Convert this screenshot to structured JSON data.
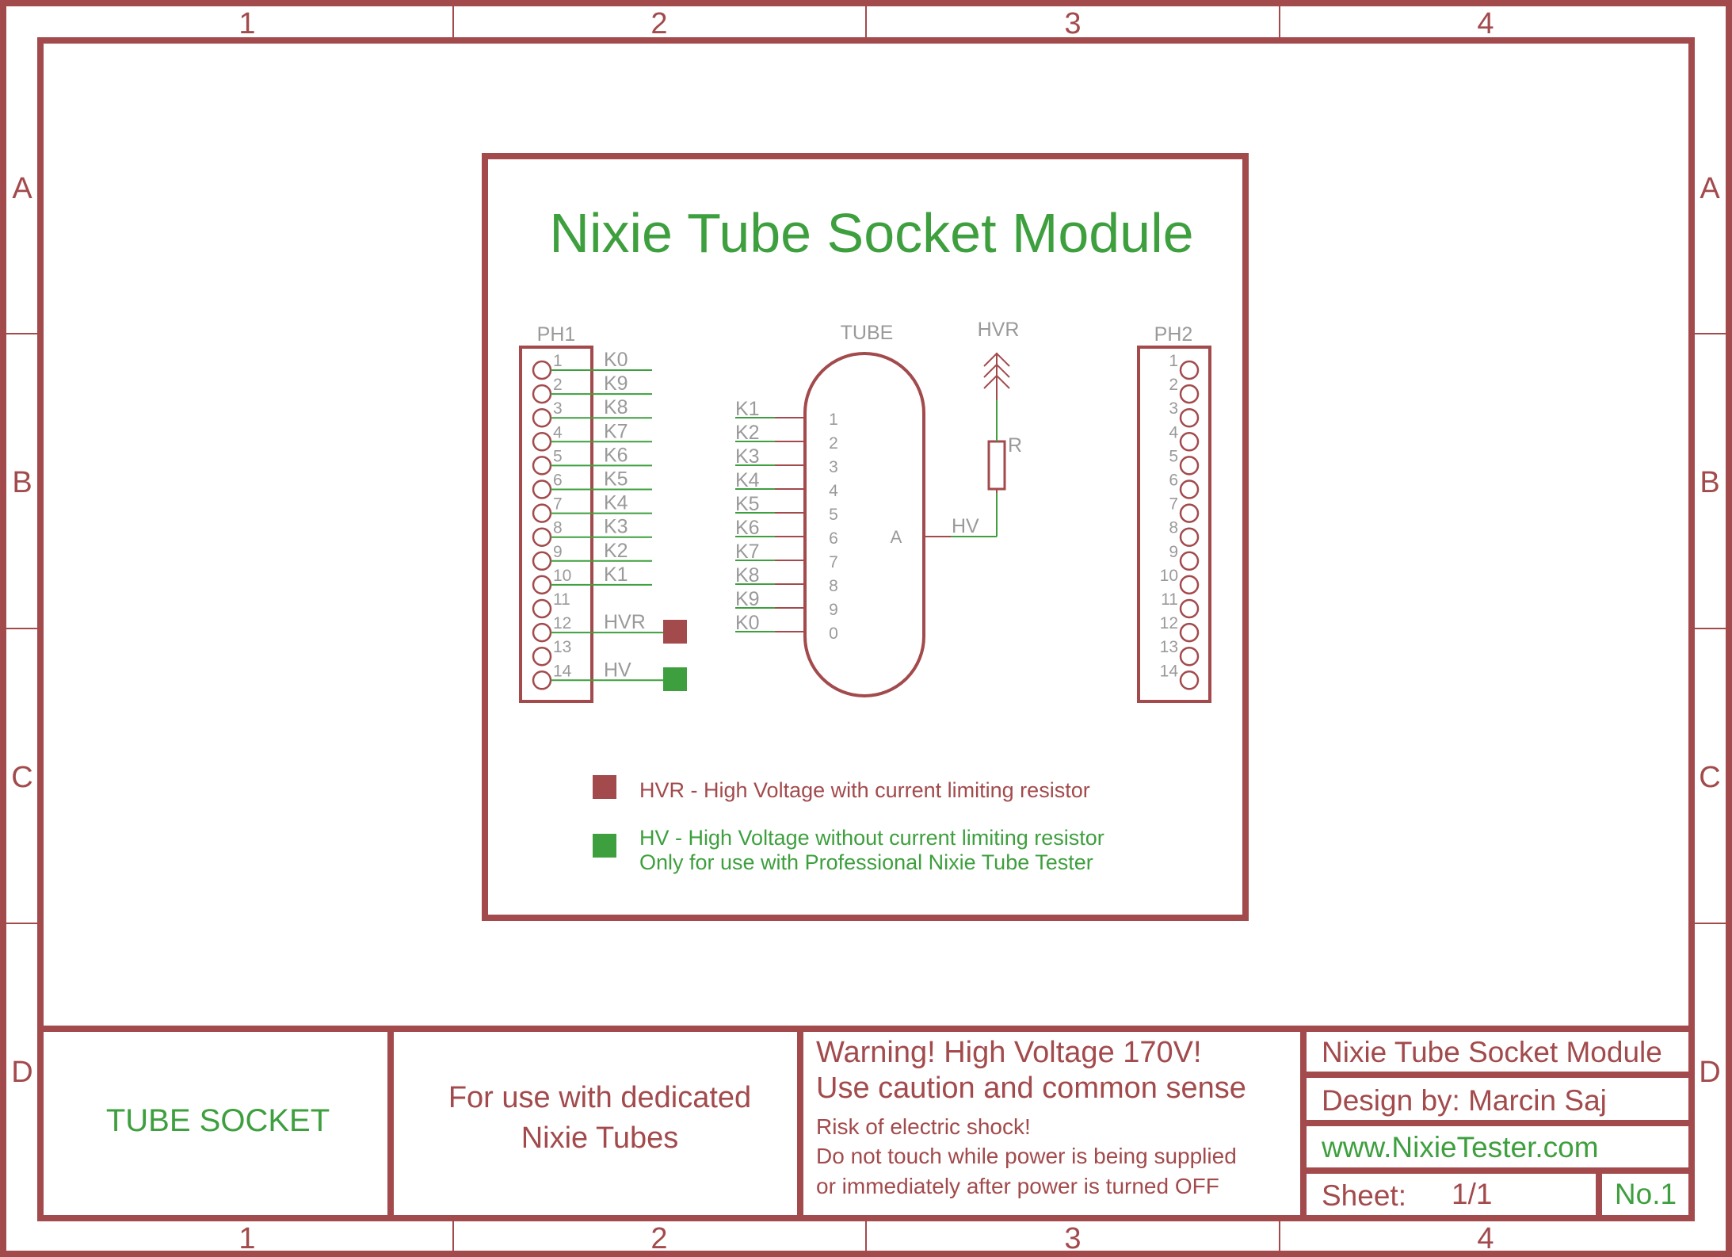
{
  "colors": {
    "frame": "#A24A4C",
    "green": "#3E9F3E",
    "grey": "#9A9A9A",
    "background": "#FFFFFF"
  },
  "grid": {
    "columns": [
      "1",
      "2",
      "3",
      "4"
    ],
    "rows": [
      "A",
      "B",
      "C",
      "D"
    ]
  },
  "diagram": {
    "title": "Nixie Tube Socket Module",
    "ph1": {
      "name": "PH1",
      "pins": [
        "1",
        "2",
        "3",
        "4",
        "5",
        "6",
        "7",
        "8",
        "9",
        "10",
        "11",
        "12",
        "13",
        "14"
      ],
      "nets": [
        "K0",
        "K9",
        "K8",
        "K7",
        "K6",
        "K5",
        "K4",
        "K3",
        "K2",
        "K1",
        "",
        "HVR",
        "",
        "HV"
      ]
    },
    "ph2": {
      "name": "PH2",
      "pins": [
        "1",
        "2",
        "3",
        "4",
        "5",
        "6",
        "7",
        "8",
        "9",
        "10",
        "11",
        "12",
        "13",
        "14"
      ]
    },
    "tube": {
      "name": "TUBE",
      "pins": [
        "1",
        "2",
        "3",
        "4",
        "5",
        "6",
        "7",
        "8",
        "9",
        "0"
      ],
      "nets": [
        "K1",
        "K2",
        "K3",
        "K4",
        "K5",
        "K6",
        "K7",
        "K8",
        "K9",
        "K0"
      ],
      "anode": "A"
    },
    "resistor": {
      "name": "R",
      "supply": "HVR",
      "net": "HV"
    },
    "legend": {
      "hvr": "HVR - High Voltage with current limiting resistor",
      "hv_line1": "HV - High Voltage without current limiting resistor",
      "hv_line2": "Only for use with Professional Nixie Tube Tester"
    }
  },
  "title_block": {
    "name_cell": "TUBE SOCKET",
    "usage_line1": "For use with dedicated",
    "usage_line2": "Nixie Tubes",
    "warning_line1": "Warning! High Voltage 170V!",
    "warning_line2": "Use caution and common sense",
    "risk_line1": "Risk of electric shock!",
    "risk_line2": "Do not touch while power is being supplied",
    "risk_line3": "or immediately after power is turned OFF",
    "module_name": "Nixie Tube Socket Module",
    "design_by": "Design by: Marcin Saj",
    "website": "www.NixieTester.com",
    "sheet_label": "Sheet:",
    "sheet_value": "1/1",
    "number": "No.1"
  }
}
